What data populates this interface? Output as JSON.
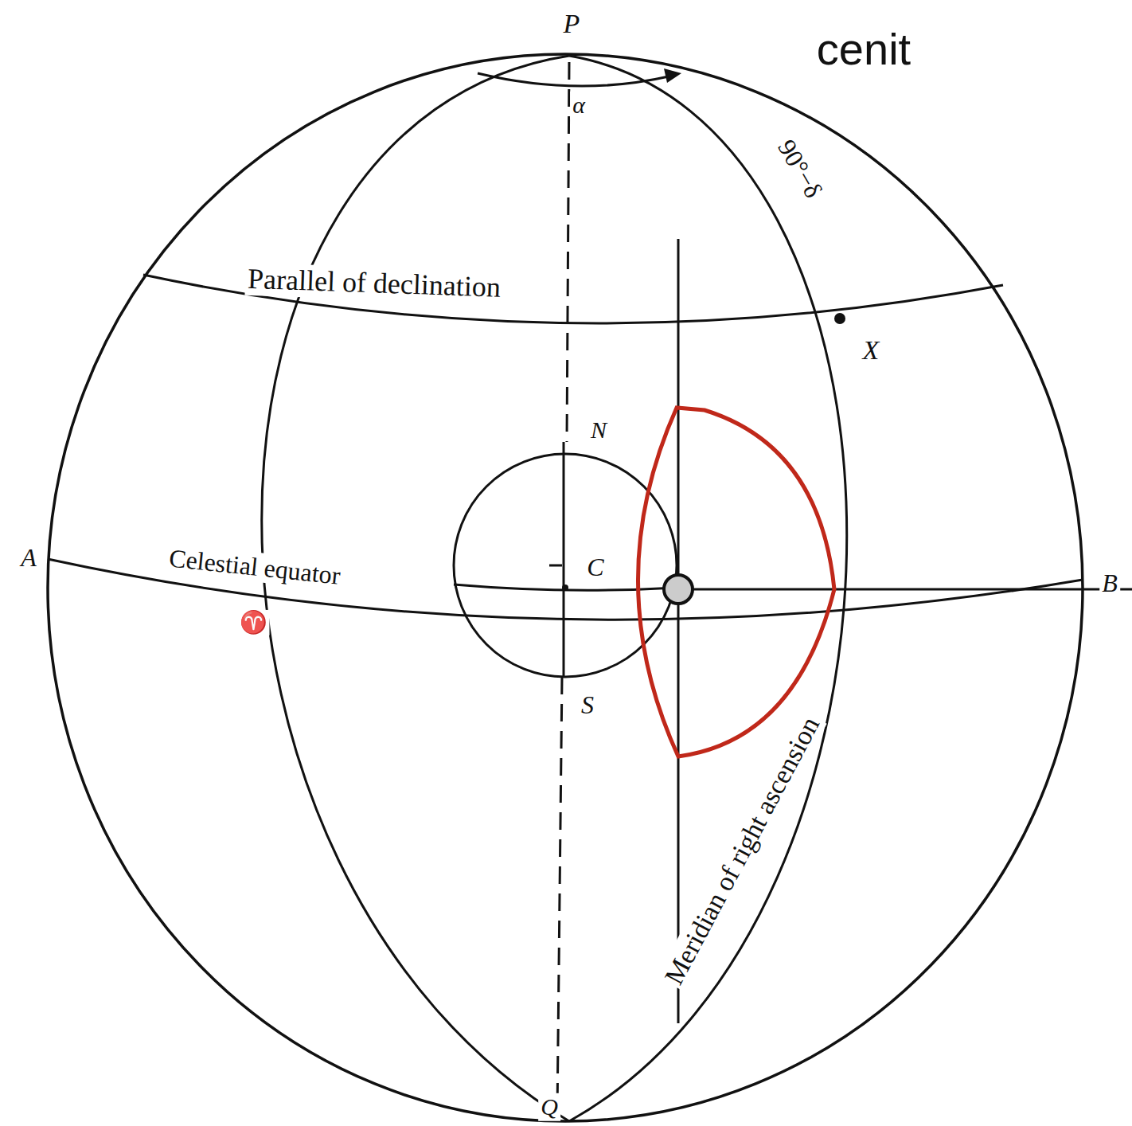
{
  "diagram": {
    "labels": [
      "cenit",
      "P",
      "α",
      "90°−δ",
      "Parallel of declination",
      "X",
      "N",
      "A",
      "C",
      "Celestial equator",
      "B",
      "♈",
      "S",
      "Meridian of right ascension",
      "Q"
    ]
  }
}
